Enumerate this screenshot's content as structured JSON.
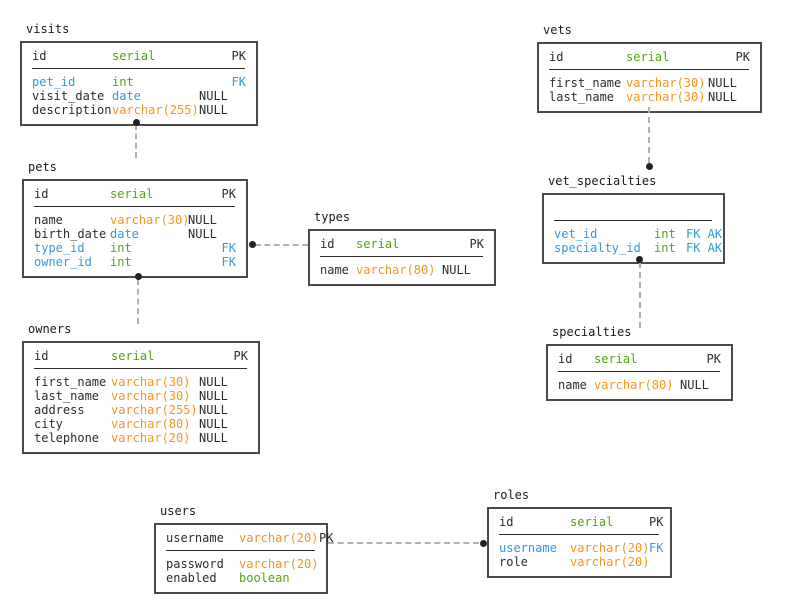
{
  "diagram": {
    "colors": {
      "green": "#56a213",
      "orange": "#f7941d",
      "blue": "#3599db",
      "text": "#2d2d2d",
      "border": "#4a4a4a",
      "connector": "#b0b0b0",
      "dot": "#222222",
      "background": "#ffffff"
    },
    "tables": [
      {
        "id": "visits",
        "title": "visits",
        "header": {
          "name": "id",
          "name_color": "text",
          "type": "serial",
          "type_color": "green",
          "null": "",
          "flags": "PK",
          "flags_color": "text"
        },
        "rows": [
          {
            "name": "pet_id",
            "name_color": "blue",
            "type": "int",
            "type_color": "green",
            "null": "",
            "flags": "FK",
            "flags_color": "blue"
          },
          {
            "name": "visit_date",
            "name_color": "text",
            "type": "date",
            "type_color": "blue",
            "null": "NULL",
            "flags": "",
            "flags_color": "text"
          },
          {
            "name": "description",
            "name_color": "text",
            "type": "varchar(255)",
            "type_color": "orange",
            "null": "NULL",
            "flags": "",
            "flags_color": "text"
          }
        ]
      },
      {
        "id": "pets",
        "title": "pets",
        "header": {
          "name": "id",
          "name_color": "text",
          "type": "serial",
          "type_color": "green",
          "null": "",
          "flags": "PK",
          "flags_color": "text"
        },
        "rows": [
          {
            "name": "name",
            "name_color": "text",
            "type": "varchar(30)",
            "type_color": "orange",
            "null": "NULL",
            "flags": "",
            "flags_color": "text"
          },
          {
            "name": "birth_date",
            "name_color": "text",
            "type": "date",
            "type_color": "blue",
            "null": "NULL",
            "flags": "",
            "flags_color": "text"
          },
          {
            "name": "type_id",
            "name_color": "blue",
            "type": "int",
            "type_color": "green",
            "null": "",
            "flags": "FK",
            "flags_color": "blue"
          },
          {
            "name": "owner_id",
            "name_color": "blue",
            "type": "int",
            "type_color": "green",
            "null": "",
            "flags": "FK",
            "flags_color": "blue"
          }
        ]
      },
      {
        "id": "owners",
        "title": "owners",
        "header": {
          "name": "id",
          "name_color": "text",
          "type": "serial",
          "type_color": "green",
          "null": "",
          "flags": "PK",
          "flags_color": "text"
        },
        "rows": [
          {
            "name": "first_name",
            "name_color": "text",
            "type": "varchar(30)",
            "type_color": "orange",
            "null": "NULL",
            "flags": "",
            "flags_color": "text"
          },
          {
            "name": "last_name",
            "name_color": "text",
            "type": "varchar(30)",
            "type_color": "orange",
            "null": "NULL",
            "flags": "",
            "flags_color": "text"
          },
          {
            "name": "address",
            "name_color": "text",
            "type": "varchar(255)",
            "type_color": "orange",
            "null": "NULL",
            "flags": "",
            "flags_color": "text"
          },
          {
            "name": "city",
            "name_color": "text",
            "type": "varchar(80)",
            "type_color": "orange",
            "null": "NULL",
            "flags": "",
            "flags_color": "text"
          },
          {
            "name": "telephone",
            "name_color": "text",
            "type": "varchar(20)",
            "type_color": "orange",
            "null": "NULL",
            "flags": "",
            "flags_color": "text"
          }
        ]
      },
      {
        "id": "types",
        "title": "types",
        "header": {
          "name": "id",
          "name_color": "text",
          "type": "serial",
          "type_color": "green",
          "null": "",
          "flags": "PK",
          "flags_color": "text"
        },
        "rows": [
          {
            "name": "name",
            "name_color": "text",
            "type": "varchar(80)",
            "type_color": "orange",
            "null": "NULL",
            "flags": "",
            "flags_color": "text"
          }
        ]
      },
      {
        "id": "vets",
        "title": "vets",
        "header": {
          "name": "id",
          "name_color": "text",
          "type": "serial",
          "type_color": "green",
          "null": "",
          "flags": "PK",
          "flags_color": "text"
        },
        "rows": [
          {
            "name": "first_name",
            "name_color": "text",
            "type": "varchar(30)",
            "type_color": "orange",
            "null": "NULL",
            "flags": "",
            "flags_color": "text"
          },
          {
            "name": "last_name",
            "name_color": "text",
            "type": "varchar(30)",
            "type_color": "orange",
            "null": "NULL",
            "flags": "",
            "flags_color": "text"
          }
        ]
      },
      {
        "id": "vet_specialties",
        "title": "vet_specialties",
        "header": {
          "name": "",
          "name_color": "text",
          "type": "",
          "type_color": "text",
          "null": "",
          "flags": "",
          "flags_color": "text"
        },
        "rows": [
          {
            "name": "vet_id",
            "name_color": "blue",
            "type": "int",
            "type_color": "green",
            "null": "",
            "flags": "FK AK",
            "flags_color": "blue"
          },
          {
            "name": "specialty_id",
            "name_color": "blue",
            "type": "int",
            "type_color": "green",
            "null": "",
            "flags": "FK AK",
            "flags_color": "blue"
          }
        ]
      },
      {
        "id": "specialties",
        "title": "specialties",
        "header": {
          "name": "id",
          "name_color": "text",
          "type": "serial",
          "type_color": "green",
          "null": "",
          "flags": "PK",
          "flags_color": "text"
        },
        "rows": [
          {
            "name": "name",
            "name_color": "text",
            "type": "varchar(80)",
            "type_color": "orange",
            "null": "NULL",
            "flags": "",
            "flags_color": "text"
          }
        ]
      },
      {
        "id": "users",
        "title": "users",
        "header": {
          "name": "username",
          "name_color": "text",
          "type": "varchar(20)",
          "type_color": "orange",
          "null": "",
          "flags": "PK",
          "flags_color": "text"
        },
        "rows": [
          {
            "name": "password",
            "name_color": "text",
            "type": "varchar(20)",
            "type_color": "orange",
            "null": "",
            "flags": "",
            "flags_color": "text"
          },
          {
            "name": "enabled",
            "name_color": "text",
            "type": "boolean",
            "type_color": "green",
            "null": "",
            "flags": "",
            "flags_color": "text"
          }
        ]
      },
      {
        "id": "roles",
        "title": "roles",
        "header": {
          "name": "id",
          "name_color": "text",
          "type": "serial",
          "type_color": "green",
          "null": "",
          "flags": "PK",
          "flags_color": "text"
        },
        "rows": [
          {
            "name": "username",
            "name_color": "blue",
            "type": "varchar(20)",
            "type_color": "orange",
            "null": "",
            "flags": "FK",
            "flags_color": "blue"
          },
          {
            "name": "role",
            "name_color": "text",
            "type": "varchar(20)",
            "type_color": "orange",
            "null": "",
            "flags": "",
            "flags_color": "text"
          }
        ]
      }
    ],
    "relationships": [
      {
        "from": "visits",
        "to": "pets"
      },
      {
        "from": "pets",
        "to": "types"
      },
      {
        "from": "pets",
        "to": "owners"
      },
      {
        "from": "vets",
        "to": "vet_specialties"
      },
      {
        "from": "vet_specialties",
        "to": "specialties"
      },
      {
        "from": "users",
        "to": "roles"
      }
    ]
  }
}
